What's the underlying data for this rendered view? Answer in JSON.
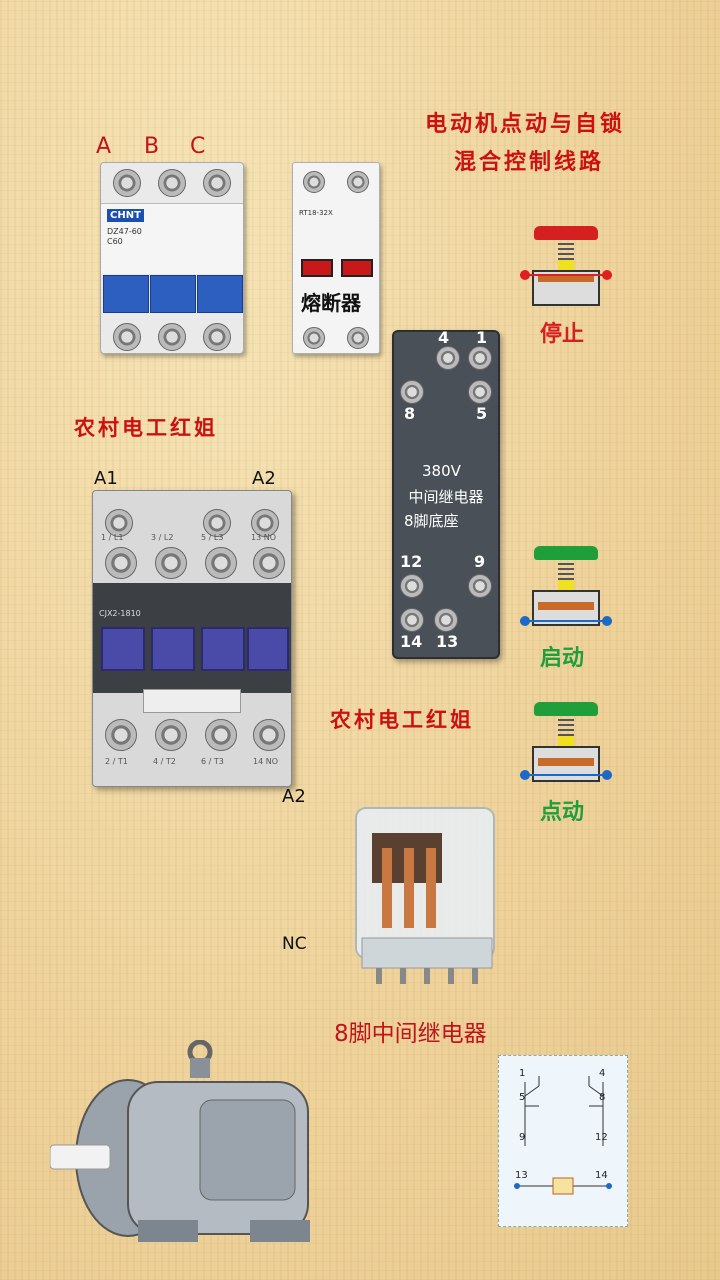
{
  "title": {
    "line1": "电动机点动与自锁",
    "line2": "混合控制线路"
  },
  "breaker": {
    "phases": [
      "A",
      "B",
      "C"
    ],
    "brand": "CHNT",
    "model": "DZ47-60",
    "rating": "C60"
  },
  "fuse": {
    "label": "熔断器",
    "model": "RT18-32X"
  },
  "watermark": {
    "text1": "农村电工红姐",
    "text2": "农村电工红姐"
  },
  "socket": {
    "line1": "380V",
    "line2": "中间继电器",
    "line3": "8脚底座",
    "pins": {
      "p4": "4",
      "p1": "1",
      "p8": "8",
      "p5": "5",
      "p12": "12",
      "p9": "9",
      "p14": "14",
      "p13": "13"
    }
  },
  "contactor": {
    "a1": "A1",
    "a2_top": "A2",
    "a2_bottom": "A2",
    "model": "CJX2-1810",
    "top_terms": [
      "1 / L1",
      "3 / L2",
      "5 / L3",
      "13 NO"
    ],
    "bottom_terms": [
      "2 / T1",
      "4 / T2",
      "6 / T3",
      "14 NO"
    ]
  },
  "buttons": {
    "stop": "停止",
    "start": "启动",
    "jog": "点动",
    "colors": {
      "stop": "#d42020",
      "start": "#1f9e3a",
      "jog": "#1f9e3a"
    }
  },
  "relay": {
    "nc": "NC",
    "caption": "8脚中间继电器"
  },
  "schematic": {
    "n1": "1",
    "n4": "4",
    "n5": "5",
    "n8": "8",
    "n9": "9",
    "n12": "12",
    "n13": "13",
    "n14": "14"
  }
}
